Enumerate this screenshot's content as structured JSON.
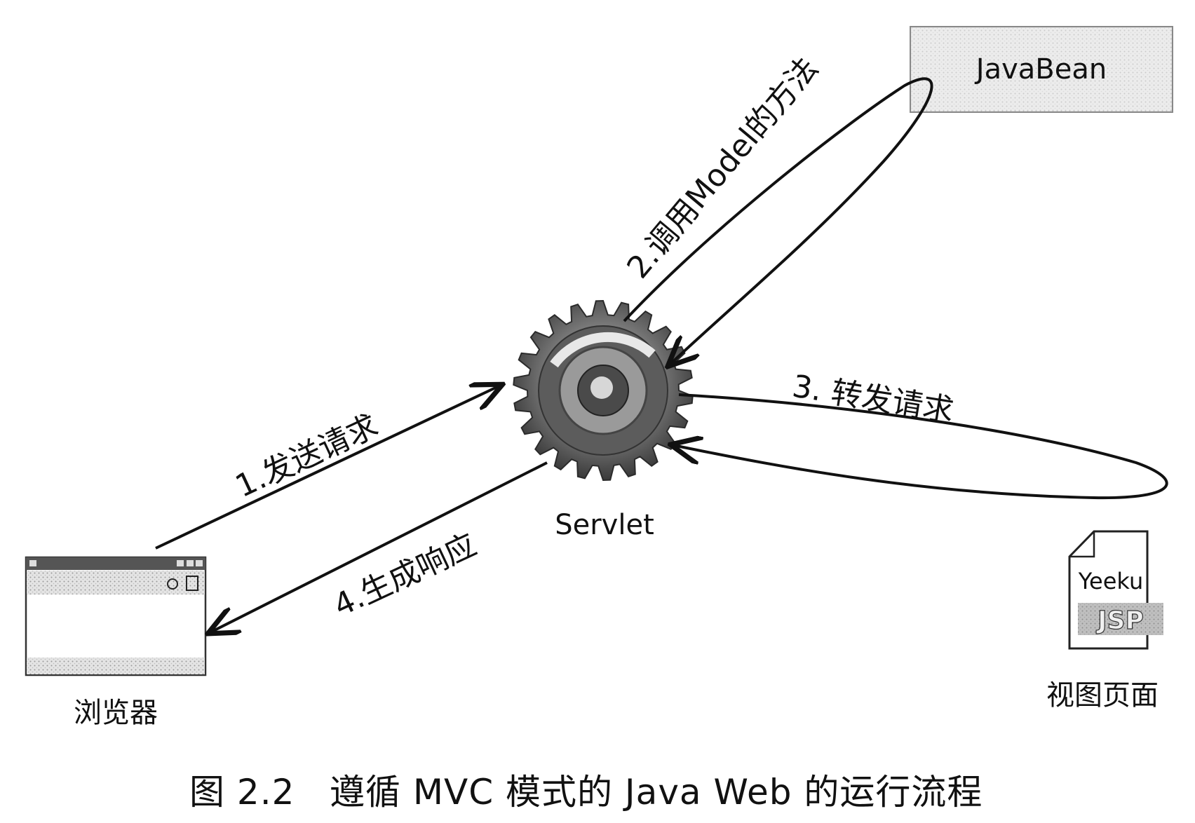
{
  "nodes": {
    "browser": {
      "label": "浏览器",
      "icon": "browser-window-icon"
    },
    "servlet": {
      "label": "Servlet",
      "icon": "gear-icon"
    },
    "javabean": {
      "label": "JavaBean"
    },
    "view": {
      "label": "视图页面",
      "icon": "jsp-file-icon",
      "file_name": "Yeeku",
      "file_type": "JSP"
    }
  },
  "steps": [
    {
      "label": "1.发送请求"
    },
    {
      "label": "2.调用Model的方法"
    },
    {
      "label": "3. 转发请求"
    },
    {
      "label": "4.生成响应"
    }
  ],
  "caption": {
    "figure_number": "图 2.2",
    "title": "遵循 MVC 模式的 Java Web 的运行流程"
  }
}
